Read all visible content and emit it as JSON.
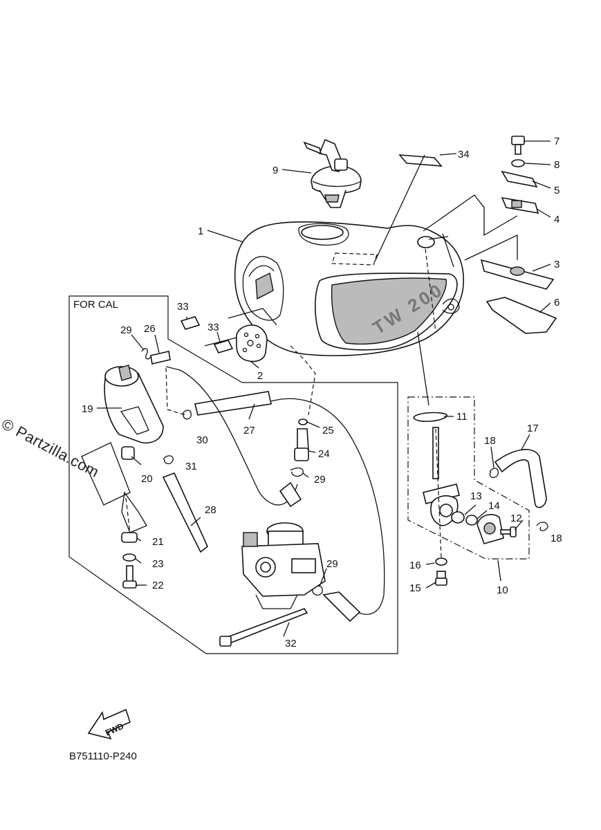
{
  "box_label": "FOR CAL",
  "diagram_code": "B751110-P240",
  "watermark": "© Partzilla.com",
  "fwd_label": "FWD",
  "tank_badge": "TW 200",
  "callouts": [
    "1",
    "2",
    "3",
    "4",
    "5",
    "6",
    "7",
    "8",
    "9",
    "10",
    "11",
    "12",
    "13",
    "14",
    "15",
    "16",
    "17",
    "18",
    "18",
    "19",
    "20",
    "21",
    "22",
    "23",
    "24",
    "25",
    "26",
    "27",
    "28",
    "29",
    "29",
    "29",
    "30",
    "31",
    "32",
    "33",
    "33",
    "34"
  ]
}
